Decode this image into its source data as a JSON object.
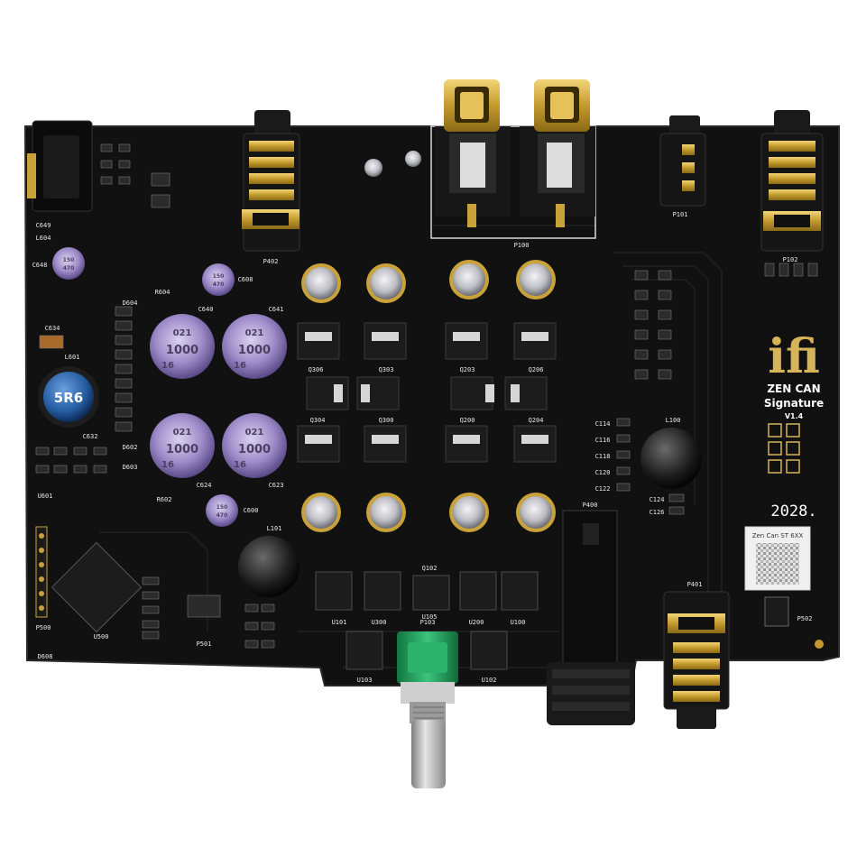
{
  "board": {
    "brand_logo": "ifi",
    "model_line1": "ZEN CAN",
    "model_line2": "Signature",
    "version": "V1.4",
    "date_code": "2028.",
    "sticker_text": "Zen Can ST 6XX",
    "inductor_marking": "5R6"
  },
  "labels": {
    "p402": "P402",
    "p100": "P100",
    "p101": "P101",
    "p102": "P102",
    "p400": "P400",
    "p401": "P401",
    "p500": "P500",
    "p501": "P501",
    "p502": "P502",
    "p103": "P103",
    "l100": "L100",
    "l101": "L101",
    "l601": "L601",
    "u500": "U500",
    "u101": "U101",
    "u300": "U300",
    "u105": "U105",
    "u200": "U200",
    "u100": "U100",
    "u103": "U103",
    "u102": "U102",
    "u601": "U601",
    "q306": "Q306",
    "q303": "Q303",
    "q203": "Q203",
    "q206": "Q206",
    "q304": "Q304",
    "q300": "Q300",
    "q200": "Q200",
    "q204": "Q204",
    "q102": "Q102",
    "c640": "C640",
    "c641": "C641",
    "c624": "C624",
    "c623": "C623",
    "c648": "C648",
    "c634": "C634",
    "c632": "C632",
    "c600": "C600",
    "c608": "C608",
    "r604": "R604",
    "r602": "R602",
    "d604": "D604",
    "d602": "D602",
    "d603": "D603",
    "d608": "D608",
    "l604": "L604",
    "c649": "C649",
    "c124": "C124",
    "c126": "C126",
    "c114": "C114",
    "c116": "C116",
    "c118": "C118",
    "c120": "C120",
    "c122": "C122"
  },
  "capacitor_values": {
    "big_line1": "021",
    "big_line2": "1000",
    "big_line3": "16",
    "small_line1": "150",
    "small_line2": "470"
  },
  "colors": {
    "pcb": "#101010",
    "gold": "#c9a23a",
    "silkscreen": "#e8e8e8",
    "cap_purple": "#8b78b8",
    "knob_green": "#1e9e5a",
    "inductor_blue": "#2a64a8"
  }
}
